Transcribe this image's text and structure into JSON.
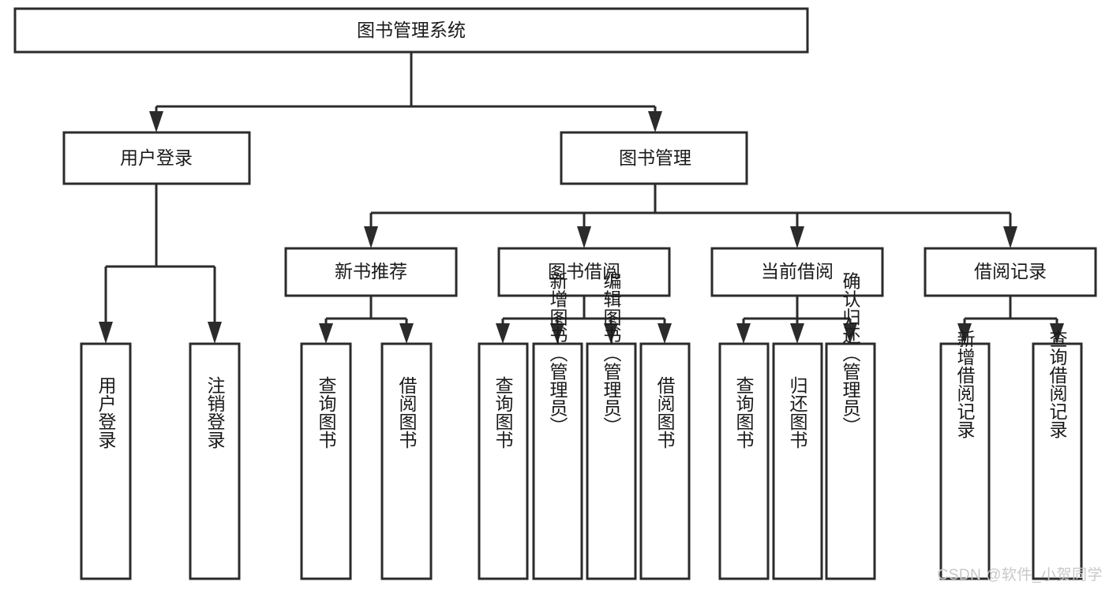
{
  "diagram": {
    "type": "tree-hierarchy-flowchart",
    "title": "图书管理系统",
    "orientation": "top-down",
    "watermark": "CSDN @软件_小贺同学",
    "levels": [
      {
        "level": 1,
        "nodes": [
          {
            "id": "root",
            "label": "图书管理系统",
            "orientation": "horizontal"
          }
        ]
      },
      {
        "level": 2,
        "nodes": [
          {
            "id": "user-login",
            "label": "用户登录",
            "orientation": "horizontal",
            "parent": "root"
          },
          {
            "id": "book-mgmt",
            "label": "图书管理",
            "orientation": "horizontal",
            "parent": "root"
          }
        ]
      },
      {
        "level": 3,
        "nodes": [
          {
            "id": "new-book-rec",
            "label": "新书推荐",
            "orientation": "horizontal",
            "parent": "book-mgmt"
          },
          {
            "id": "book-borrow",
            "label": "图书借阅",
            "orientation": "horizontal",
            "parent": "book-mgmt"
          },
          {
            "id": "current-borrow",
            "label": "当前借阅",
            "orientation": "horizontal",
            "parent": "book-mgmt"
          },
          {
            "id": "borrow-record",
            "label": "借阅记录",
            "orientation": "horizontal",
            "parent": "book-mgmt"
          }
        ]
      },
      {
        "level": 4,
        "nodes": [
          {
            "id": "leaf-user-login",
            "label": "用户登录",
            "orientation": "vertical",
            "parent": "user-login"
          },
          {
            "id": "leaf-logout",
            "label": "注销登录",
            "orientation": "vertical",
            "parent": "user-login"
          },
          {
            "id": "leaf-query-book-1",
            "label": "查询图书",
            "orientation": "vertical",
            "parent": "new-book-rec"
          },
          {
            "id": "leaf-borrow-book-1",
            "label": "借阅图书",
            "orientation": "vertical",
            "parent": "new-book-rec"
          },
          {
            "id": "leaf-query-book-2",
            "label": "查询图书",
            "orientation": "vertical",
            "parent": "book-borrow"
          },
          {
            "id": "leaf-add-book",
            "label": "新增图书（管理员）",
            "orientation": "vertical",
            "parent": "book-borrow"
          },
          {
            "id": "leaf-edit-book",
            "label": "编辑图书（管理员）",
            "orientation": "vertical",
            "parent": "book-borrow"
          },
          {
            "id": "leaf-borrow-book-2",
            "label": "借阅图书",
            "orientation": "vertical",
            "parent": "book-borrow"
          },
          {
            "id": "leaf-query-book-3",
            "label": "查询图书",
            "orientation": "vertical",
            "parent": "current-borrow"
          },
          {
            "id": "leaf-return-book",
            "label": "归还图书",
            "orientation": "vertical",
            "parent": "current-borrow"
          },
          {
            "id": "leaf-confirm-return",
            "label": "确认归还（管理员）",
            "orientation": "vertical",
            "parent": "current-borrow"
          },
          {
            "id": "leaf-add-record",
            "label": "新增借阅记录",
            "orientation": "vertical",
            "parent": "borrow-record"
          },
          {
            "id": "leaf-query-record",
            "label": "查询借阅记录",
            "orientation": "vertical",
            "parent": "borrow-record"
          }
        ]
      }
    ],
    "colors": {
      "box_stroke": "#2b2b2b",
      "box_fill": "#ffffff",
      "text": "#1a1a1a",
      "background": "#ffffff",
      "watermark": "#c8c8c8"
    }
  }
}
